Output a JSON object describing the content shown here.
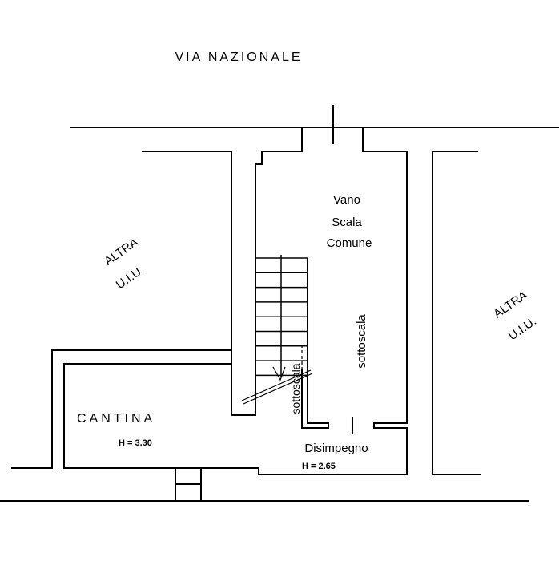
{
  "street": "VIA NAZIONALE",
  "rooms": {
    "stair_hall": [
      "Vano",
      "Scala",
      "Comune"
    ],
    "under_stairs_right": "sottoscala",
    "under_stairs_left": "sottoscala",
    "cellar": "CANTINA",
    "cellar_height": "H = 3.30",
    "hallway": "Disimpegno",
    "hallway_height": "H = 2.65",
    "other_left": [
      "ALTRA",
      "U.I.U."
    ],
    "other_right": [
      "ALTRA",
      "U.I.U."
    ]
  }
}
